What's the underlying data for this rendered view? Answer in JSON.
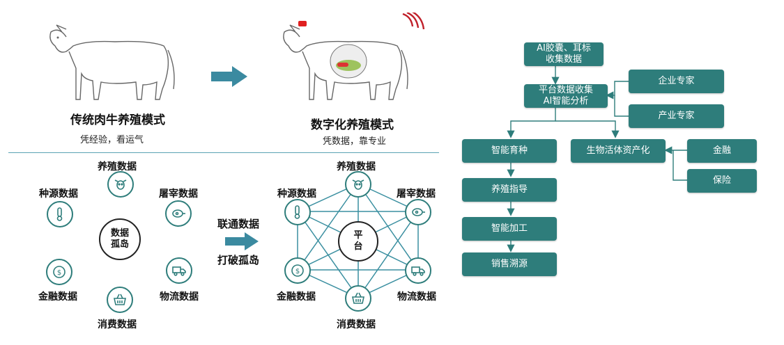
{
  "left_top": {
    "traditional_title": "传统肉牛养殖模式",
    "traditional_sub": "凭经验，看运气",
    "digital_title": "数字化养殖模式",
    "digital_sub": "凭数据，靠专业"
  },
  "left_bottom": {
    "island": {
      "center": "数据\n孤岛",
      "nodes": {
        "breeding": "养殖数据",
        "seed": "种源数据",
        "slaughter": "屠宰数据",
        "finance": "金融数据",
        "logistics": "物流数据",
        "consume": "消费数据"
      }
    },
    "arrow_top": "联通数据",
    "arrow_bottom": "打破孤岛",
    "platform": {
      "center": "平\n台",
      "nodes": {
        "breeding": "养殖数据",
        "seed": "种源数据",
        "slaughter": "屠宰数据",
        "finance": "金融数据",
        "logistics": "物流数据",
        "consume": "消费数据"
      }
    }
  },
  "flow": {
    "collect": "AI胶囊、耳标\n收集数据",
    "analyze": "平台数据收集\nAI智能分析",
    "enterprise_expert": "企业专家",
    "industry_expert": "产业专家",
    "breeding": "智能育种",
    "guidance": "养殖指导",
    "processing": "智能加工",
    "traceability": "销售溯源",
    "bio_asset": "生物活体资产化",
    "finance": "金融",
    "insurance": "保险"
  },
  "icons": [
    "cow-icon",
    "thermometer-icon",
    "meat-icon",
    "coin-icon",
    "truck-icon",
    "basket-icon",
    "signal-icon",
    "tag-icon"
  ],
  "colors": {
    "teal": "#2e7d7b",
    "line": "#3a8fa0",
    "arrow": "#3b8aa0"
  }
}
